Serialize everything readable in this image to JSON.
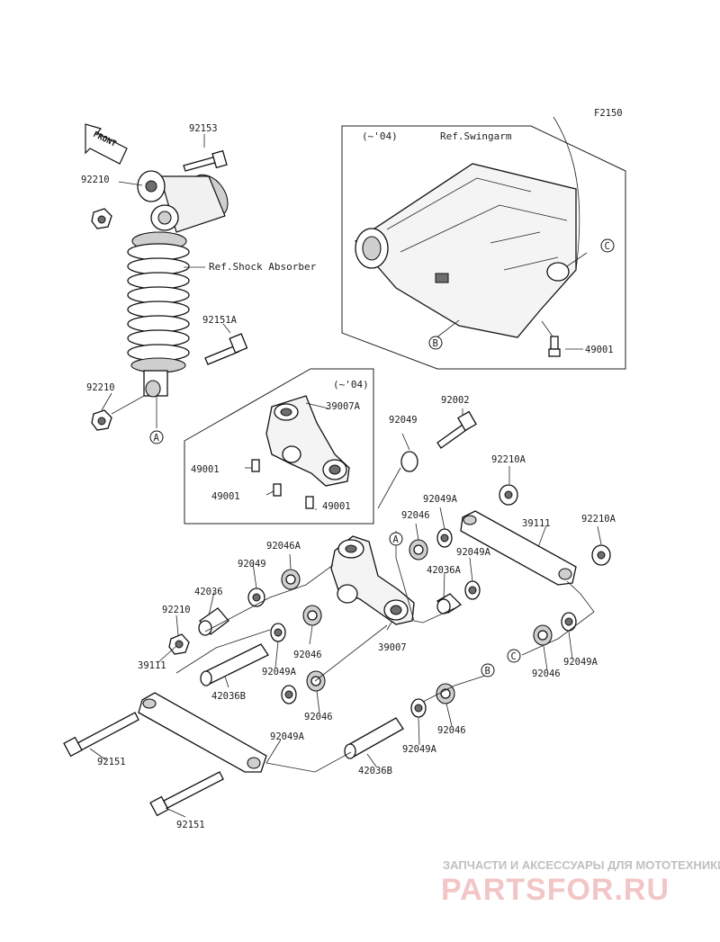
{
  "figure_code": "F2150",
  "front_label": "FRONT",
  "refs": {
    "shock_absorber": "Ref.Shock Absorber",
    "swingarm": "Ref.Swingarm",
    "swingarm_note": "(~'04)",
    "rocker_note": "(~'04)"
  },
  "labels": {
    "p92153": "92153",
    "p92210_top": "92210",
    "p92151A": "92151A",
    "p92210_bot": "92210",
    "p49001_sw": "49001",
    "p39007A": "39007A",
    "p49001_a": "49001",
    "p49001_b": "49001",
    "p49001_c": "49001",
    "p92002": "92002",
    "p92049_a": "92049",
    "p92210A_a": "92210A",
    "p92049A_a": "92049A",
    "p92046_a": "92046",
    "p39111_r": "39111",
    "p92210A_b": "92210A",
    "p92046A": "92046A",
    "p92049_b": "92049",
    "p92049A_b": "92049A",
    "p42036A": "42036A",
    "p42036_a": "42036",
    "p92210_c": "92210",
    "p39111_l": "39111",
    "p92046_b": "92046",
    "p39007": "39007",
    "p92049A_c": "92049A",
    "p92046_c": "92046",
    "p92049A_d": "92049A",
    "p42036B_a": "42036B",
    "p92046_d": "92046",
    "p92049A_e": "92049A",
    "p92046_e": "92046",
    "p92049A_f": "92049A",
    "p92151_a": "92151",
    "p42036B_b": "42036B",
    "p92151_b": "92151"
  },
  "callouts": {
    "A": "A",
    "B": "B",
    "C": "C"
  },
  "watermark": {
    "tagline": "ЗАПЧАСТИ И АКСЕССУАРЫ ДЛЯ МОТОТЕХНИКИ",
    "logo": "PARTSFOR.RU"
  }
}
